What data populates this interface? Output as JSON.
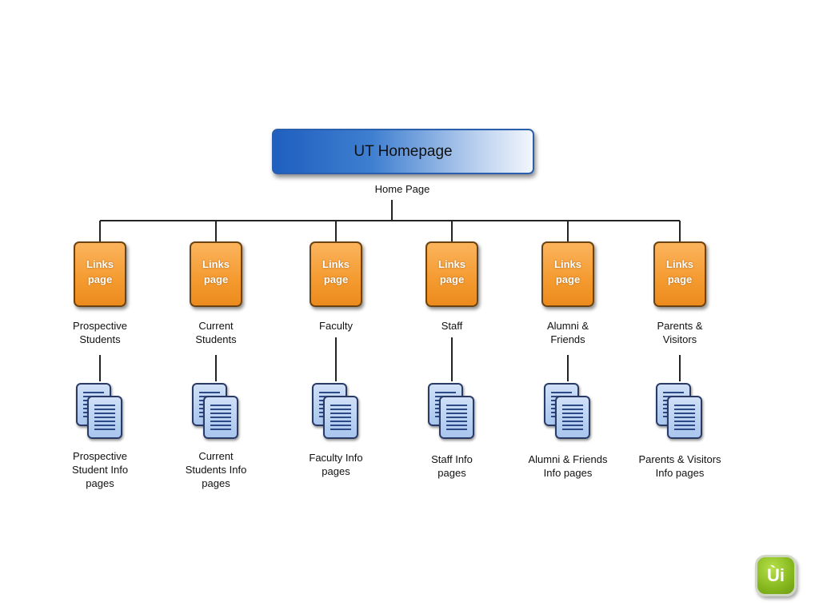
{
  "root": {
    "title": "UT Homepage",
    "caption": "Home Page"
  },
  "sections": [
    {
      "box_line1": "Links",
      "box_line2": "page",
      "label": "Prospective\nStudents",
      "docs_label": "Prospective\nStudent Info\npages"
    },
    {
      "box_line1": "Links",
      "box_line2": "page",
      "label": "Current\nStudents",
      "docs_label": "Current\nStudents Info\npages"
    },
    {
      "box_line1": "Links",
      "box_line2": "page",
      "label": "Faculty",
      "docs_label": "Faculty Info\npages"
    },
    {
      "box_line1": "Links",
      "box_line2": "page",
      "label": "Staff",
      "docs_label": "Staff Info\npages"
    },
    {
      "box_line1": "Links",
      "box_line2": "page",
      "label": "Alumni &\nFriends",
      "docs_label": "Alumni & Friends\nInfo pages"
    },
    {
      "box_line1": "Links",
      "box_line2": "page",
      "label": "Parents &\nVisitors",
      "docs_label": "Parents & Visitors\nInfo pages"
    }
  ],
  "logo": {
    "text": "Ùi"
  },
  "colors": {
    "root_fill": "#1f5fbf",
    "link_box_fill": "#f49a2f",
    "doc_fill": "#cfe0f7",
    "connector": "#222222",
    "logo_fill": "#86b81e"
  },
  "icons": {
    "docs": "document-stack-icon",
    "logo": "ui-logo-icon"
  }
}
